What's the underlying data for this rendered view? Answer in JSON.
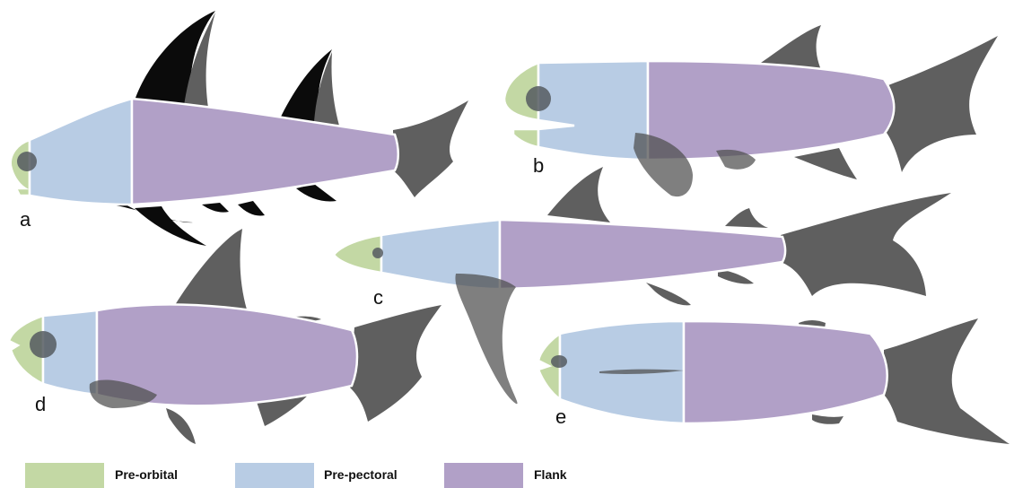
{
  "panels": [
    {
      "id": "a",
      "label": "a"
    },
    {
      "id": "b",
      "label": "b"
    },
    {
      "id": "c",
      "label": "c"
    },
    {
      "id": "d",
      "label": "d"
    },
    {
      "id": "e",
      "label": "e"
    }
  ],
  "legend": [
    {
      "label": "Pre-orbital",
      "color": "#c3d8a4"
    },
    {
      "label": "Pre-pectoral",
      "color": "#b8cce4"
    },
    {
      "label": "Flank",
      "color": "#b1a0c7"
    }
  ],
  "colors": {
    "fin": "#5f5f5f",
    "fin_black": "#0b0b0b",
    "pre_orbital": "#c3d8a4",
    "pre_pectoral": "#b8cce4",
    "flank": "#b1a0c7"
  }
}
